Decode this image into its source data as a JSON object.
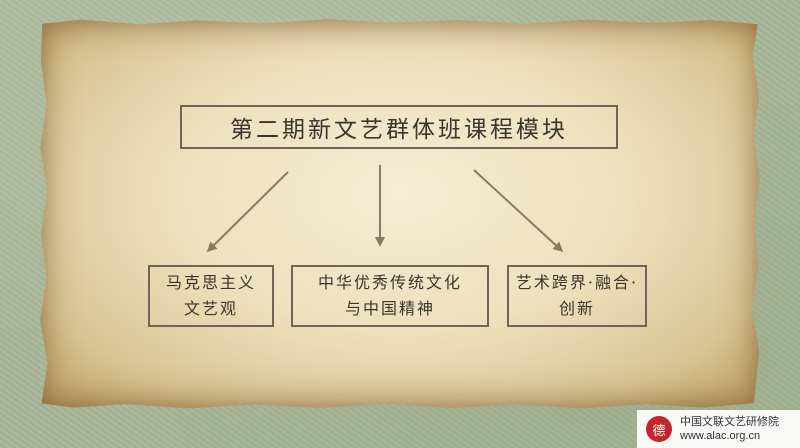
{
  "title": "第二期新文艺群体班课程模块",
  "modules": [
    {
      "lines": [
        "马克思主义",
        "文艺观"
      ]
    },
    {
      "lines": [
        "中华优秀传统文化",
        "与中国精神"
      ]
    },
    {
      "lines": [
        "艺术跨界·融合·",
        "创新"
      ]
    }
  ],
  "watermark": {
    "seal_glyph": "德",
    "org": "中国文联文艺研修院",
    "url": "www.alac.org.cn"
  },
  "colors": {
    "ink": "#3b362c",
    "box_border": "#6d6658",
    "arrow": "#8a7a62",
    "seal": "#c4262e",
    "background_green": "#a9b79a"
  }
}
